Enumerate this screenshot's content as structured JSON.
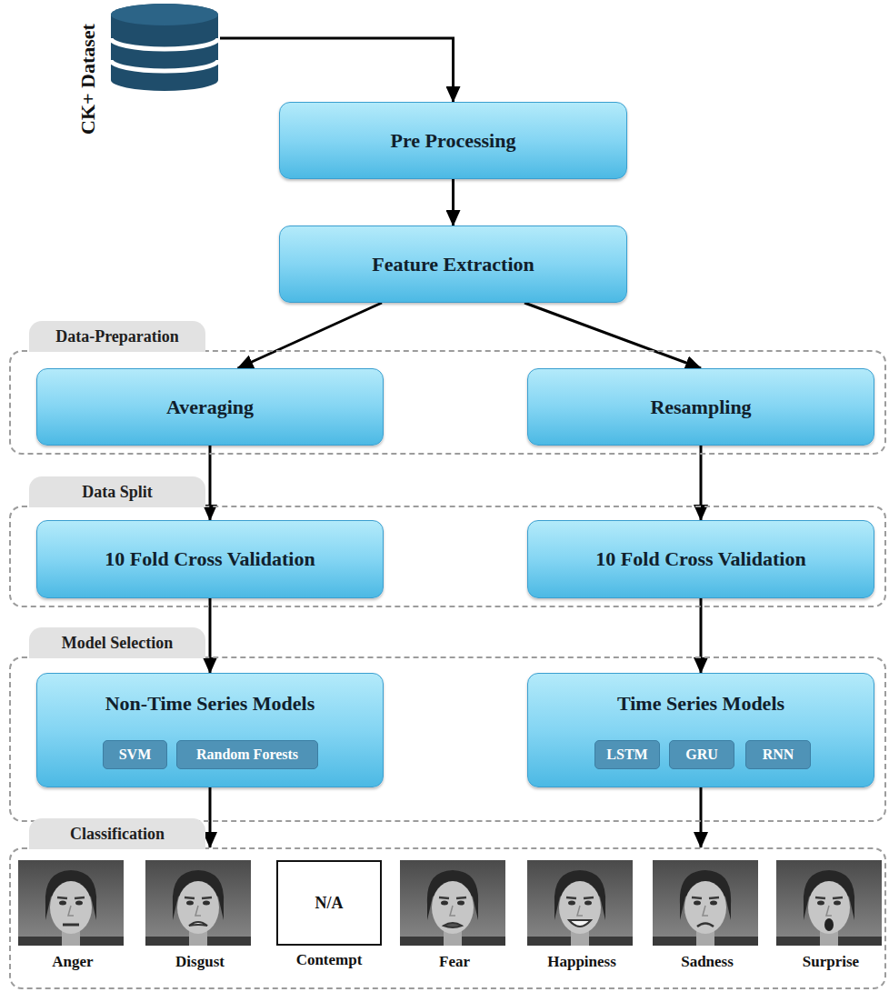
{
  "diagram": {
    "nodes": [
      {
        "text": [
          "CK+ Dataset"
        ]
      },
      {
        "text": [
          "Pre Processing"
        ]
      },
      {
        "text": [
          "Feature Extraction"
        ]
      },
      {
        "text": [
          "Data-Preparation"
        ]
      },
      {
        "text": [
          "Averaging"
        ],
        "in": 3
      },
      {
        "text": [
          "Resampling"
        ],
        "in": 3
      },
      {
        "text": [
          "Data Split"
        ]
      },
      {
        "text": [
          "10 Fold Cross Validation"
        ],
        "in": 6
      },
      {
        "text": [
          "10 Fold Cross Validation"
        ],
        "in": 6
      },
      {
        "text": [
          "Model Selection"
        ]
      },
      {
        "text": [
          "Non-Time Series Models"
        ],
        "in": 9
      },
      {
        "text": [
          "SVM"
        ],
        "in": 10
      },
      {
        "text": [
          "Random Forests"
        ],
        "in": 10
      },
      {
        "text": [
          "Time Series Models"
        ],
        "in": 9
      },
      {
        "text": [
          "LSTM"
        ],
        "in": 13
      },
      {
        "text": [
          "GRU"
        ],
        "in": 13
      },
      {
        "text": [
          "RNN"
        ],
        "in": 13
      },
      {
        "text": [
          "Classification"
        ]
      },
      {
        "text": [
          "Anger"
        ],
        "in": 17
      },
      {
        "text": [
          "Disgust"
        ],
        "in": 17
      },
      {
        "text": [
          "N/A",
          "Contempt"
        ],
        "in": 17
      },
      {
        "text": [
          "Fear"
        ],
        "in": 17
      },
      {
        "text": [
          "Happiness"
        ],
        "in": 17
      },
      {
        "text": [
          "Sadness"
        ],
        "in": 17
      },
      {
        "text": [
          "Surprise"
        ],
        "in": 17
      }
    ],
    "edges": [
      {
        "from": 0,
        "to": 1,
        "arrow": "to"
      },
      {
        "from": 1,
        "to": 2,
        "arrow": "to"
      },
      {
        "from": 2,
        "to": 4,
        "arrow": "to"
      },
      {
        "from": 2,
        "to": 5,
        "arrow": "to"
      },
      {
        "from": 4,
        "to": 7,
        "arrow": "to"
      },
      {
        "from": 5,
        "to": 8,
        "arrow": "to"
      },
      {
        "from": 7,
        "to": 10,
        "arrow": "to"
      },
      {
        "from": 8,
        "to": 13,
        "arrow": "to"
      },
      {
        "from": 10,
        "to": 17,
        "arrow": "to"
      },
      {
        "from": 13,
        "to": 17,
        "arrow": "to"
      }
    ]
  }
}
